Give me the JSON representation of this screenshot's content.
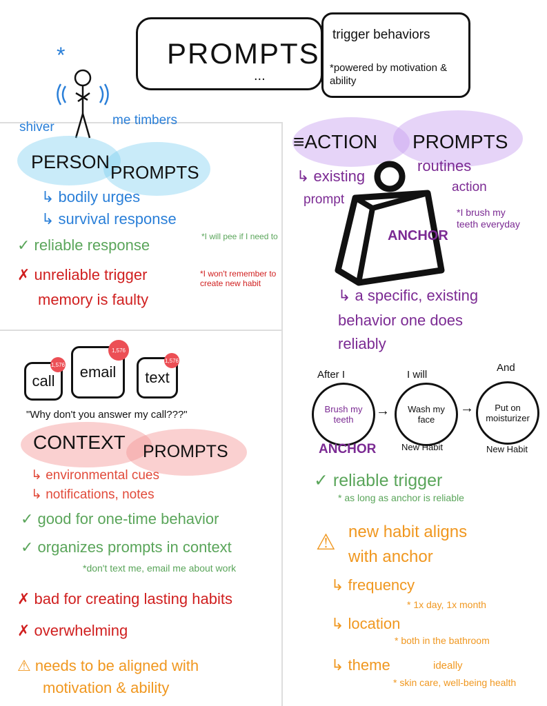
{
  "header": {
    "title": "PROMPTS",
    "ellipsis": "...",
    "definition_title": "trigger behaviors",
    "definition_note": "*powered by motivation & ability"
  },
  "person": {
    "star": "*",
    "caption_left": "shiver",
    "caption_right": "me timbers",
    "title_a": "PERSON",
    "title_b": "PROMPTS",
    "items": [
      "↳ bodily urges",
      "↳ survival response"
    ],
    "pro": "✓ reliable response",
    "pro_note": "*I will pee if I need to",
    "con_line1": "✗ unreliable trigger",
    "con_line2": "memory is faulty",
    "con_note": "*I won't remember to create new habit"
  },
  "action": {
    "title_a": "≡ACTION",
    "title_b": "PROMPTS",
    "existing": "↳ existing",
    "prompt": "prompt",
    "routines": "routines",
    "action_word": "action",
    "anchor_note": "*I brush my teeth everyday",
    "anchor_label": "ANCHOR",
    "def_line1": "↳ a specific, existing",
    "def_line2": "behavior one does",
    "def_line3": "reliably",
    "chain": [
      {
        "above": "After I",
        "inside": "Brush my teeth",
        "below": "ANCHOR"
      },
      {
        "above": "I will",
        "inside": "Wash my face",
        "below": "New Habit"
      },
      {
        "above": "And",
        "inside": "Put on moisturizer",
        "below": "New Habit"
      }
    ],
    "arrow": "→",
    "pro": "✓ reliable trigger",
    "pro_note": "* as long as anchor is reliable",
    "warn": "⚠",
    "warn_line1": "new habit aligns",
    "warn_line2": "with anchor",
    "frequency": "↳ frequency",
    "frequency_note": "* 1x day, 1x month",
    "location": "↳ location",
    "location_note": "* both in the bathroom",
    "theme": "↳ theme",
    "theme_extra": "ideally",
    "theme_note": "* skin care, well-being health"
  },
  "context": {
    "apps": [
      {
        "label": "call",
        "badge": "1,576"
      },
      {
        "label": "email",
        "badge": "1,576"
      },
      {
        "label": "text",
        "badge": "1,576"
      }
    ],
    "quote": "\"Why don't you answer my call???\"",
    "title_a": "CONTEXT",
    "title_b": "PROMPTS",
    "items": [
      "↳ environmental cues",
      "↳ notifications, notes"
    ],
    "pro1": "✓ good for one-time behavior",
    "pro2": "✓ organizes prompts in context",
    "pro_note": "*don't text me, email me about work",
    "con1": "✗ bad for creating lasting habits",
    "con2": "✗ overwhelming",
    "warn_line1": "⚠ needs to be aligned with",
    "warn_line2": "motivation & ability"
  }
}
